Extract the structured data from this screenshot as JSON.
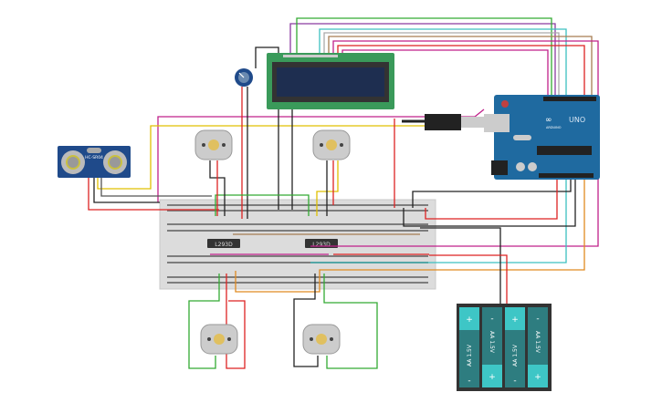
{
  "sensor": {
    "label": "HC-SR04"
  },
  "arduino": {
    "brand": "ARDUINO",
    "model": "UNO"
  },
  "drivers": [
    {
      "label": "L293D"
    },
    {
      "label": "L293D"
    }
  ],
  "battery": {
    "cells": [
      {
        "label": "AA 1.5V",
        "plus": "+",
        "minus": "-"
      },
      {
        "label": "AA 1.5V",
        "plus": "+",
        "minus": "-"
      },
      {
        "label": "AA 1.5V",
        "plus": "+",
        "minus": "-"
      },
      {
        "label": "AA 1.5V",
        "plus": "+",
        "minus": "-"
      }
    ]
  },
  "colors": {
    "board": "#1f5c99",
    "breadboard": "#dcdcdc",
    "battery": "#2e7d80",
    "battery_accent": "#3ec6c6",
    "lcd": "#3a9a5a"
  }
}
